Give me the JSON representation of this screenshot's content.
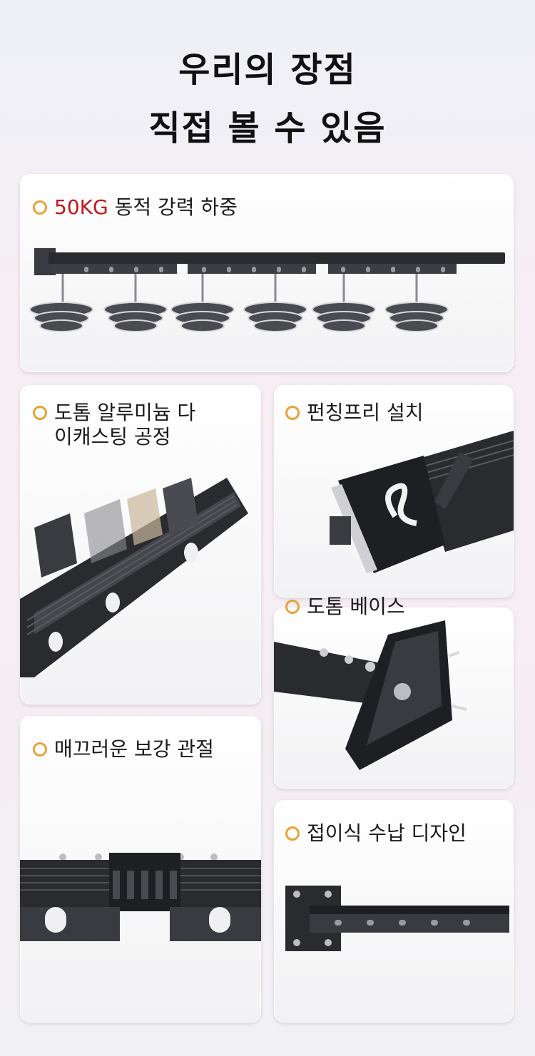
{
  "title": {
    "line1": "우리의 장점",
    "line2": "직접 볼 수 있음"
  },
  "cards": [
    {
      "id": "load",
      "highlight": "50KG",
      "text": " 동적 강력 하중",
      "icon": "bullet-circle-icon"
    },
    {
      "id": "alloy",
      "line1": "도톰 알루미늄 다",
      "line2": "이캐스팅 공정",
      "icon": "bullet-circle-icon"
    },
    {
      "id": "punch",
      "text": "펀칭프리 설치",
      "icon": "bullet-circle-icon"
    },
    {
      "id": "base",
      "text": "도톰 베이스",
      "icon": "bullet-circle-icon"
    },
    {
      "id": "joint",
      "text": "매끄러운 보강 관절",
      "icon": "bullet-circle-icon"
    },
    {
      "id": "fold",
      "text": "접이식 수납 디자인",
      "icon": "bullet-circle-icon"
    }
  ],
  "colors": {
    "accent": "#e8a23a",
    "highlight": "#c0171d",
    "metal": "#2a2b2f"
  }
}
